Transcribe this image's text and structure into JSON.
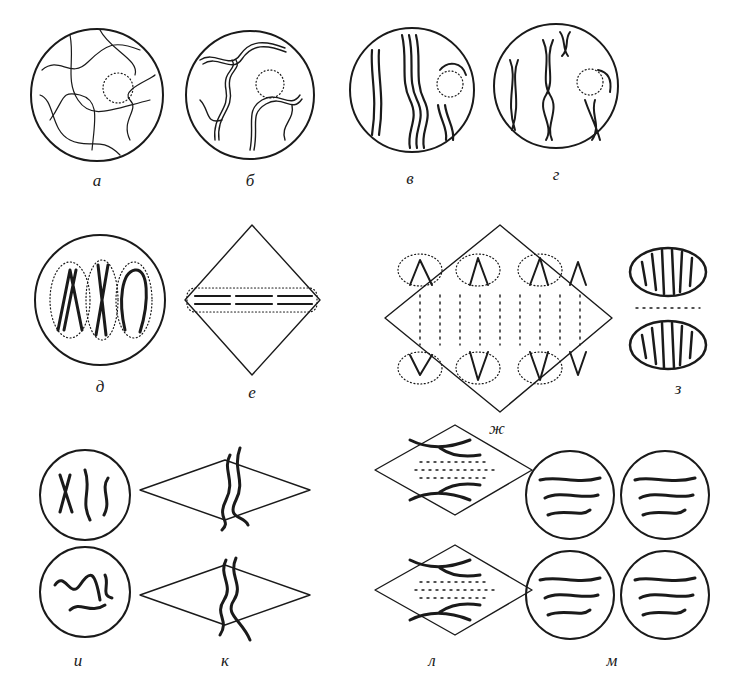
{
  "diagram": {
    "labels": [
      "а",
      "б",
      "в",
      "г",
      "д",
      "е",
      "ж",
      "з",
      "и",
      "к",
      "л",
      "м"
    ]
  }
}
